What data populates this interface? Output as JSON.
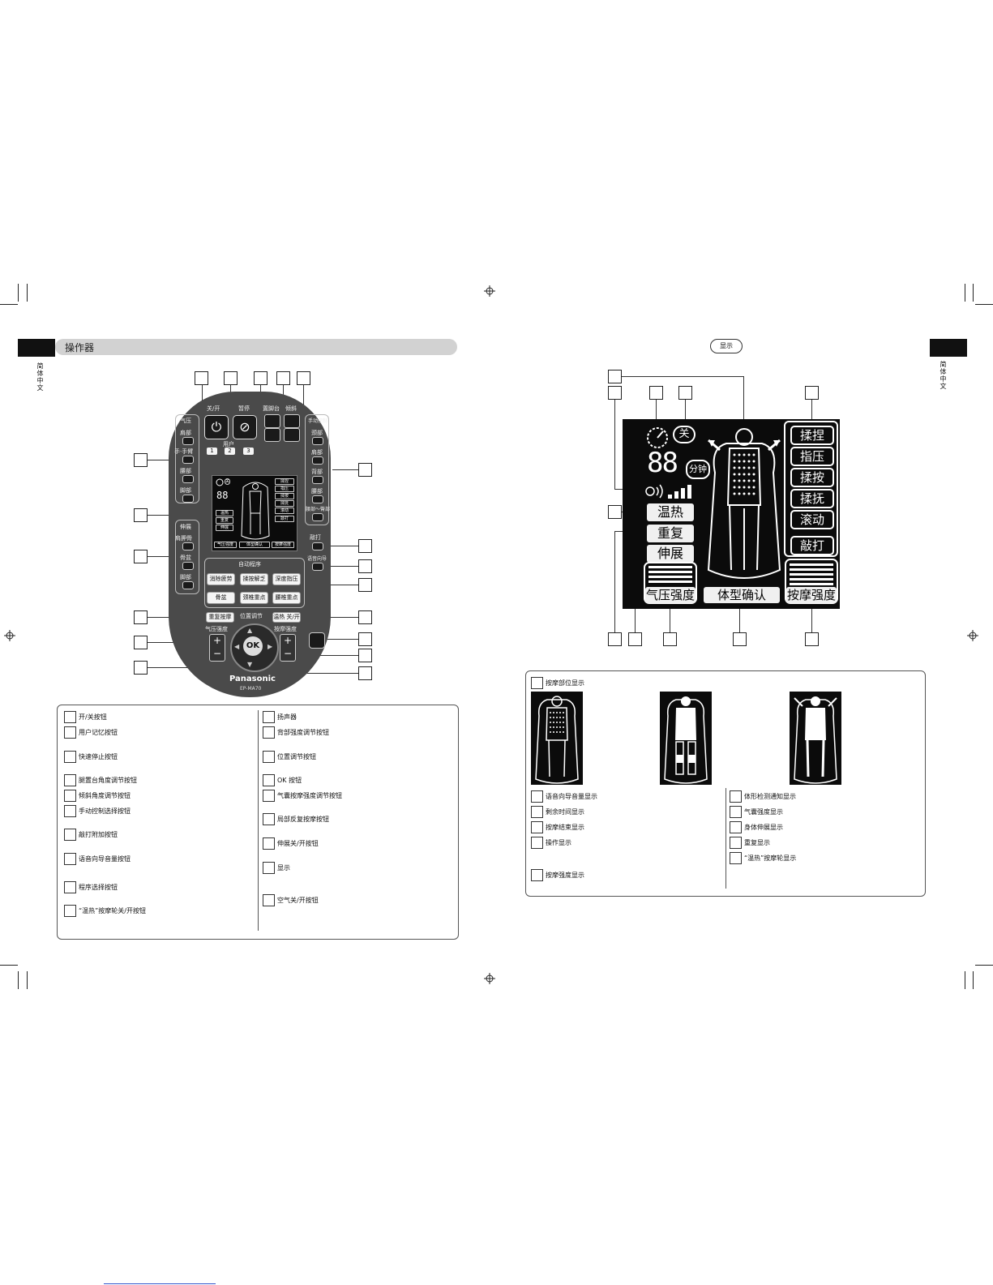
{
  "left_page": {
    "side_label": "简体中文",
    "section_title": "操作器",
    "remote": {
      "power_label": "关/开",
      "pause_label": "暂停",
      "footrest_label": "置脚台",
      "recline_label": "倾斜",
      "user_label": "用户",
      "user_buttons": [
        "1",
        "2",
        "3"
      ],
      "air_label": "气压",
      "left_items": [
        "肩部",
        "手·手臂",
        "腰部",
        "脚部"
      ],
      "stretch_label": "伸展",
      "stretch_items": [
        "肩胛骨",
        "骨盆",
        "脚部"
      ],
      "manual_label": "手动控制",
      "right_items": [
        "颈部",
        "肩部",
        "背部",
        "腰部",
        "腰部～臀部"
      ],
      "tap_label": "敲打",
      "voice_label": "语音向导",
      "auto_title": "自动程序",
      "auto_programs": [
        "消除疲劳",
        "揉按解乏",
        "深度指压",
        "骨盆",
        "颈椎重点",
        "腰椎重点"
      ],
      "repeat_label": "重复按摩",
      "position_label": "位置调节",
      "heat_label": "温热 关/开",
      "air_strength_label": "气压强度",
      "massage_strength_label": "按摩强度",
      "ok_label": "OK",
      "plus": "+",
      "minus": "−",
      "brand": "Panasonic",
      "model": "EP-MA70",
      "mini_lcd_tags": [
        "温热",
        "重复",
        "伸展"
      ],
      "mini_lcd_right_tags": [
        "揉捏",
        "指压",
        "揉按",
        "揉抚",
        "滚动",
        "敲打"
      ],
      "mini_lcd_bottom": [
        "气压强度",
        "体型确认",
        "按摩强度"
      ],
      "mini_off": "关"
    },
    "legend_left": [
      "开/关按钮",
      "用户记忆按钮",
      "快速停止按钮",
      "腿置台角度调节按钮",
      "倾斜角度调节按钮",
      "手动控制选择按钮",
      "敲打附加按钮",
      "语音向导音量按钮",
      "程序选择按钮",
      "“温热”按摩轮关/开按钮"
    ],
    "legend_right": [
      "扬声器",
      "背部强度调节按钮",
      "位置调节按钮",
      "OK 按钮",
      "气囊按摩强度调节按钮",
      "局部反复按摩按钮",
      "伸展关/开按钮",
      "显示",
      "空气关/开按钮"
    ]
  },
  "right_page": {
    "side_label": "简体中文",
    "display_button": "显示",
    "lcd": {
      "off_label": "关",
      "digits": "88",
      "minutes_label": "分钟",
      "left_tags": [
        "温热",
        "重复",
        "伸展"
      ],
      "right_tags": [
        "揉捏",
        "指压",
        "揉按",
        "揉抚",
        "滚动",
        "敲打"
      ],
      "bottom_left": "气压强度",
      "bottom_center": "体型确认",
      "bottom_right": "按摩强度"
    },
    "info_top_label": "按摩部位显示",
    "info_left": [
      "语音向导音量显示",
      "剩余时间显示",
      "按摩结束显示",
      "操作显示"
    ],
    "info_left_bottom": "按摩强度显示",
    "info_right": [
      "体形检测通知显示",
      "气囊强度显示",
      "身体伸展显示",
      "重复显示",
      "“温热”按摩轮显示"
    ]
  }
}
